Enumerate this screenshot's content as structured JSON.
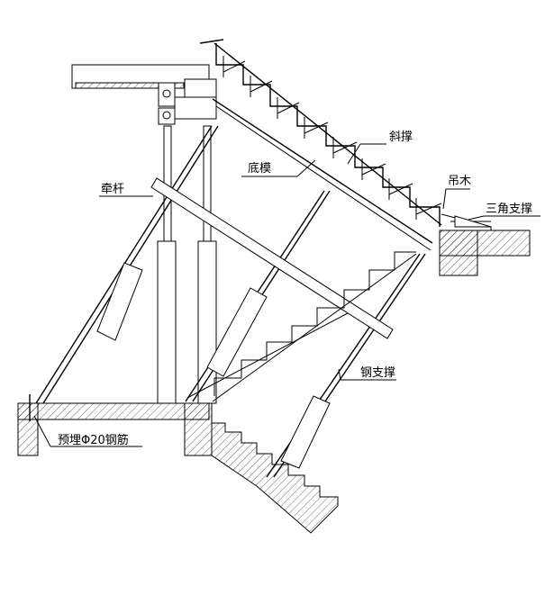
{
  "labels": {
    "xiecheng": "斜撑",
    "dimo": "底模",
    "diaomu": "吊木",
    "sanjiao": "三角支撑",
    "qiangan": "牵杆",
    "gangzhicheng": "钢支撑",
    "yumai": "预埋Φ20钢筋"
  },
  "colors": {
    "line": "#000000",
    "background": "#ffffff"
  }
}
